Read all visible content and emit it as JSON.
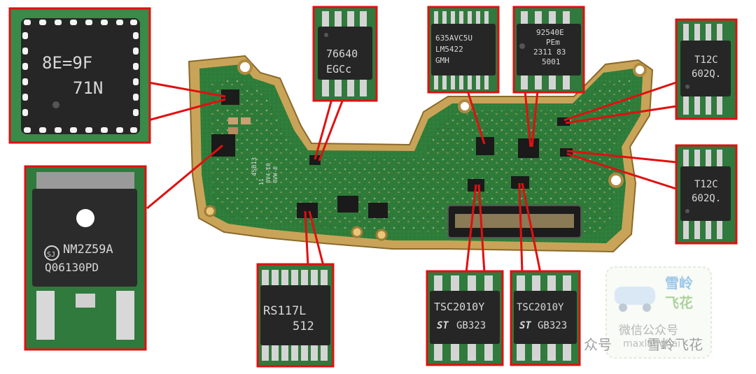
{
  "chips": {
    "qfn": [
      "8E=9F",
      "71N"
    ],
    "dpak": [
      "NM2Z59A",
      "Q06130PD"
    ],
    "dpak_logo": "SJ",
    "rs117": [
      "RS117L",
      "512"
    ],
    "msop76640": [
      "76640",
      "EGCc"
    ],
    "lm5422": [
      "635AVC5U",
      "LM5422",
      "GMH"
    ],
    "c92540": [
      "92540E",
      "PEm",
      "2311 83",
      "5001"
    ],
    "t12c_top": [
      "T12C",
      "602Q."
    ],
    "t12c_bottom": [
      "T12C",
      "602Q."
    ],
    "tsc_left": [
      "TSC2010Y",
      "GB323"
    ],
    "tsc_right": [
      "TSC2010Y",
      "GB323"
    ],
    "st_logo": "ST"
  },
  "board": {
    "silkscreen": [
      "4SB13",
      "11",
      "0V4-E0",
      "0VW-0"
    ]
  },
  "watermark": {
    "brand": [
      "雪岭",
      "飞花"
    ],
    "account": "微信公众号",
    "public_prefix": "众号",
    "public_name": "雪岭飞花",
    "latin": "maxlanghai"
  },
  "colors": {
    "callout": "#e01010",
    "pcb": "#2f7d3a",
    "copper": "#c9a458",
    "chip_body": "#262626"
  }
}
